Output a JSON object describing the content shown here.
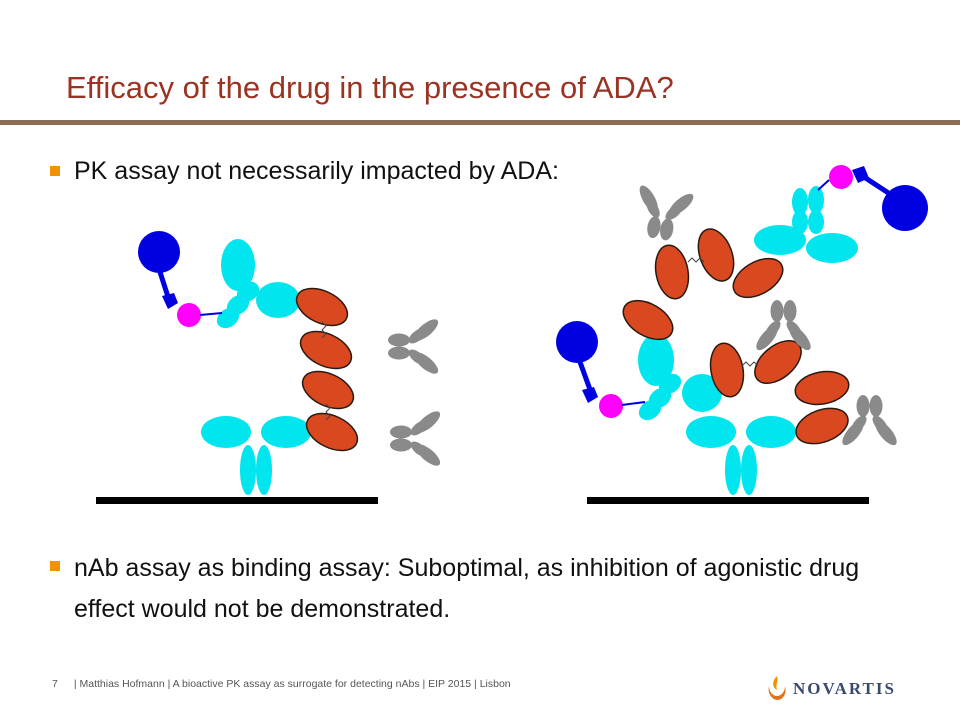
{
  "slide": {
    "title": "Efficacy of the drug in the presence of ADA?",
    "bullets": [
      "PK assay not necessarily impacted by ADA:",
      "nAb assay as binding assay: Suboptimal, as inhibition of agonistic drug effect would not be demonstrated."
    ]
  },
  "footer": {
    "page": "7",
    "text": "| Matthias Hofmann | A bioactive PK assay as surrogate for detecting nAbs | EIP 2015 | Lisbon"
  },
  "logo": {
    "text": "NOVARTIS"
  },
  "colors": {
    "title": "#9a3322",
    "rule": "#8c6c52",
    "bullet_marker": "#f29200",
    "capture_antibody": "#00e5ee",
    "drug_domain": "#d9481f",
    "ada_antibody": "#8a8a8a",
    "label_blue": "#0000e0",
    "label_magenta": "#ff00ff"
  }
}
